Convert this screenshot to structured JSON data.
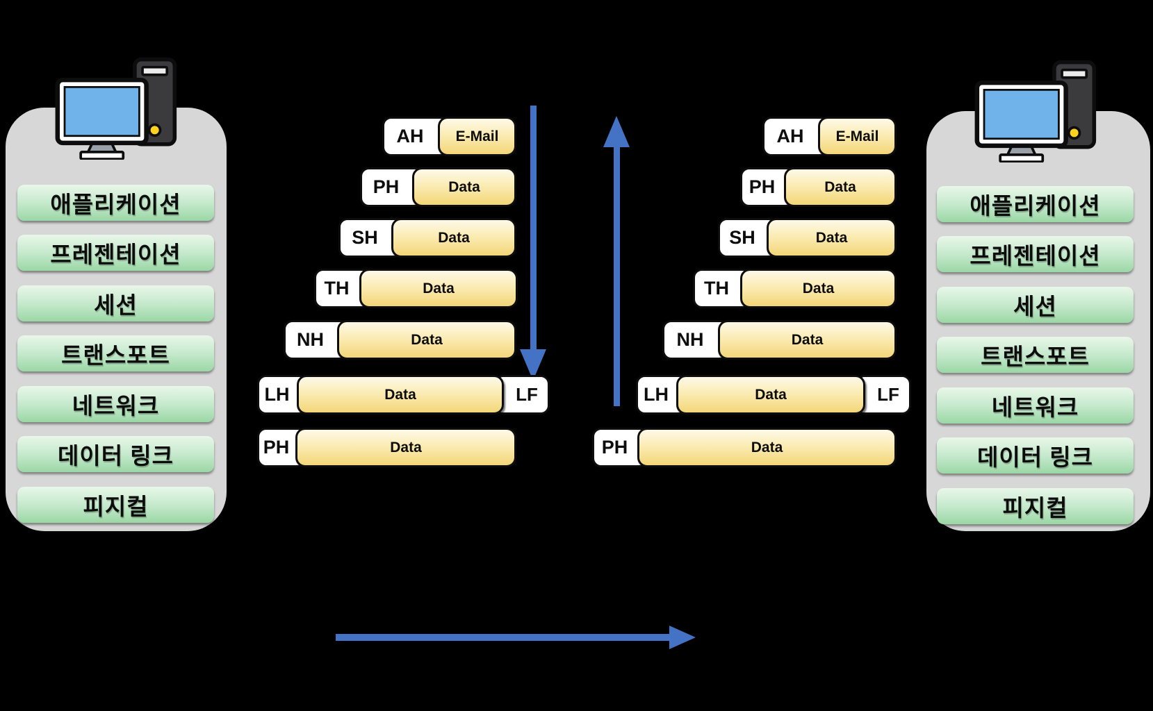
{
  "colors": {
    "background": "#000000",
    "panel_gray": "#d7d7d7",
    "arrow_blue": "#4472c4",
    "layer_green_top": "#e9f7ea",
    "layer_green_bottom": "#9bd7a5",
    "data_yellow_top": "#fdf9e8",
    "data_yellow_bottom": "#f3d678",
    "monitor_screen_blue": "#70b3ea"
  },
  "hosts": {
    "left": {
      "icon": "desktop-computer-icon",
      "layers": [
        "애플리케이션",
        "프레젠테이션",
        "세션",
        "트랜스포트",
        "네트워크",
        "데이터 링크",
        "피지컬"
      ]
    },
    "right": {
      "icon": "desktop-computer-icon",
      "layers": [
        "애플리케이션",
        "프레젠테이션",
        "세션",
        "트랜스포트",
        "네트워크",
        "데이터 링크",
        "피지컬"
      ]
    }
  },
  "stacks": {
    "left": {
      "flow": "down",
      "rows": [
        {
          "header": "AH",
          "body": "E-Mail"
        },
        {
          "header": "PH",
          "body": "Data"
        },
        {
          "header": "SH",
          "body": "Data"
        },
        {
          "header": "TH",
          "body": "Data"
        },
        {
          "header": "NH",
          "body": "Data"
        },
        {
          "header": "LH",
          "body": "Data",
          "trailer": "LF"
        },
        {
          "header": "PH",
          "body": "Data"
        }
      ]
    },
    "right": {
      "flow": "up",
      "rows": [
        {
          "header": "AH",
          "body": "E-Mail"
        },
        {
          "header": "PH",
          "body": "Data"
        },
        {
          "header": "SH",
          "body": "Data"
        },
        {
          "header": "TH",
          "body": "Data"
        },
        {
          "header": "NH",
          "body": "Data"
        },
        {
          "header": "LH",
          "body": "Data",
          "trailer": "LF"
        },
        {
          "header": "PH",
          "body": "Data"
        }
      ]
    },
    "bottom_flow": "left-to-right"
  }
}
